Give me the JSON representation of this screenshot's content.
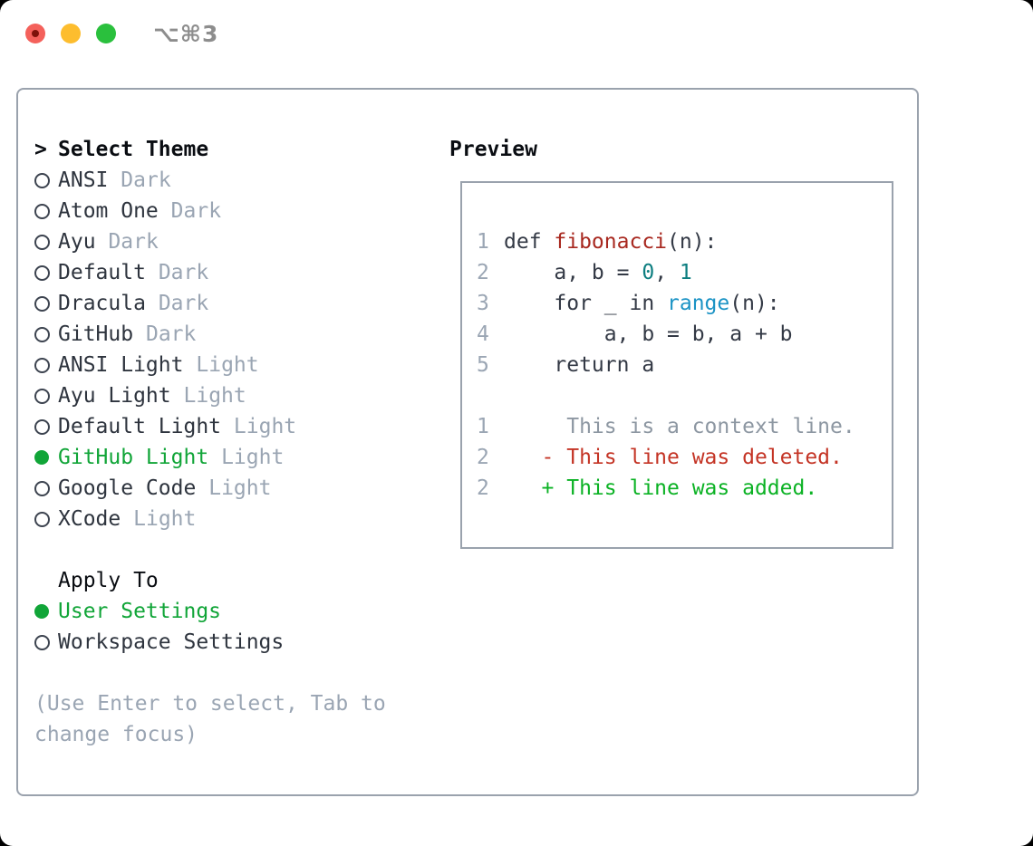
{
  "window": {
    "title": "⌥⌘3"
  },
  "theme_list": {
    "cursor": ">",
    "heading": "Select Theme",
    "items": [
      {
        "name": "ANSI",
        "variant": "Dark",
        "selected": false
      },
      {
        "name": "Atom One",
        "variant": "Dark",
        "selected": false
      },
      {
        "name": "Ayu",
        "variant": "Dark",
        "selected": false
      },
      {
        "name": "Default",
        "variant": "Dark",
        "selected": false
      },
      {
        "name": "Dracula",
        "variant": "Dark",
        "selected": false
      },
      {
        "name": "GitHub",
        "variant": "Dark",
        "selected": false
      },
      {
        "name": "ANSI Light",
        "variant": "Light",
        "selected": false
      },
      {
        "name": "Ayu Light",
        "variant": "Light",
        "selected": false
      },
      {
        "name": "Default Light",
        "variant": "Light",
        "selected": false
      },
      {
        "name": "GitHub Light",
        "variant": "Light",
        "selected": true
      },
      {
        "name": "Google Code",
        "variant": "Light",
        "selected": false
      },
      {
        "name": "XCode",
        "variant": "Light",
        "selected": false
      }
    ]
  },
  "apply_to": {
    "heading": "Apply To",
    "options": [
      {
        "label": "User Settings",
        "selected": true
      },
      {
        "label": "Workspace Settings",
        "selected": false
      }
    ]
  },
  "help_text": "(Use Enter to select, Tab to change focus)",
  "preview": {
    "heading": "Preview",
    "code_lines": [
      {
        "num": "1",
        "tokens": [
          {
            "t": "def ",
            "c": "code"
          },
          {
            "t": "fibonacci",
            "c": "func"
          },
          {
            "t": "(n):",
            "c": "code"
          }
        ]
      },
      {
        "num": "2",
        "tokens": [
          {
            "t": "    a, b = ",
            "c": "code"
          },
          {
            "t": "0",
            "c": "num"
          },
          {
            "t": ", ",
            "c": "code"
          },
          {
            "t": "1",
            "c": "num"
          }
        ]
      },
      {
        "num": "3",
        "tokens": [
          {
            "t": "    for _ in ",
            "c": "code"
          },
          {
            "t": "range",
            "c": "builtin"
          },
          {
            "t": "(n):",
            "c": "code"
          }
        ]
      },
      {
        "num": "4",
        "tokens": [
          {
            "t": "        a, b = b, a + b",
            "c": "code"
          }
        ]
      },
      {
        "num": "5",
        "tokens": [
          {
            "t": "    return a",
            "c": "code"
          }
        ]
      },
      {
        "num": "",
        "tokens": []
      },
      {
        "num": "1",
        "tokens": [
          {
            "t": "     This is a context line.",
            "c": "context"
          }
        ]
      },
      {
        "num": "2",
        "tokens": [
          {
            "t": "   - This line was deleted.",
            "c": "deleted"
          }
        ]
      },
      {
        "num": "2",
        "tokens": [
          {
            "t": "   + This line was added.",
            "c": "added"
          }
        ]
      }
    ]
  },
  "colors": {
    "ui_green": "#11a538",
    "added": "#0bb224",
    "deleted": "#c43425",
    "func": "#a8281f",
    "num": "#0d7e80",
    "builtin": "#1b93c5",
    "context": "#8d97a2",
    "lineno": "#9ba6b4",
    "text_dark": "#2e343e",
    "text_code": "#333945",
    "text_black": "#0a0d12",
    "muted": "#9aa5b3",
    "border": "#9aa2ad",
    "radio_ring": "#3d4450",
    "title": "#8d8d8d",
    "traffic_red": "#f4615b",
    "traffic_red_dot": "#7e120a",
    "traffic_yellow": "#fdbd2e",
    "traffic_green": "#2ac03d"
  }
}
